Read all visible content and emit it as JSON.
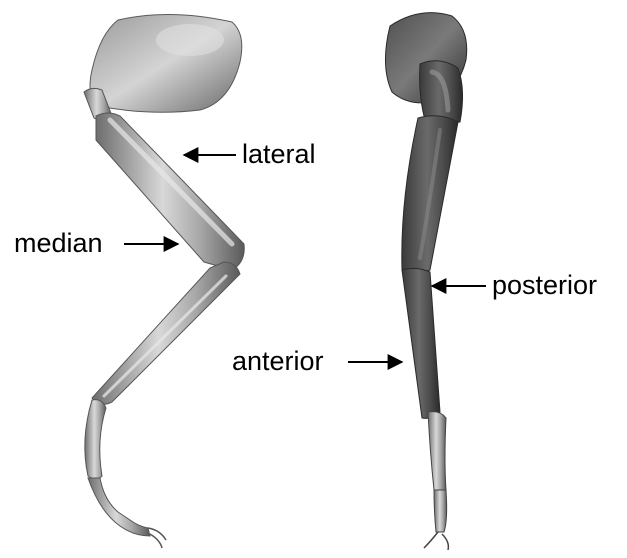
{
  "figure": {
    "left_leg": {
      "labels": {
        "lateral": "lateral",
        "median": "median"
      }
    },
    "right_leg": {
      "labels": {
        "posterior": "posterior",
        "anterior": "anterior"
      }
    }
  },
  "colors": {
    "background": "#ffffff",
    "leg_light": "#c4c4c4",
    "leg_mid": "#8a8a8a",
    "leg_dark": "#4a4a4a",
    "label_text": "#000000",
    "arrow": "#000000"
  }
}
